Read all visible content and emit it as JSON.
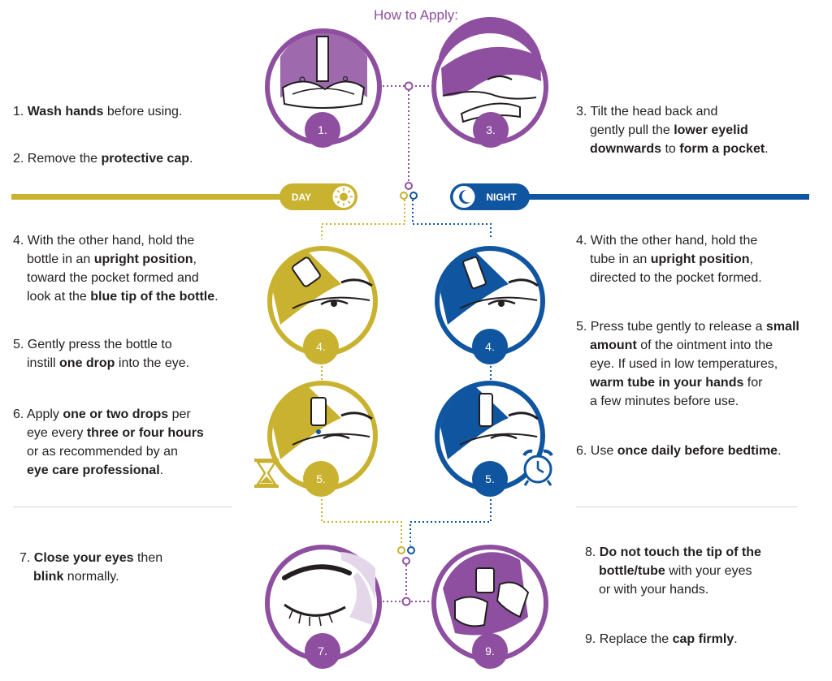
{
  "title": "How to Apply:",
  "day_label": "DAY",
  "night_label": "NIGHT",
  "colors": {
    "purple": "#8e4fa0",
    "gold": "#c9b22f",
    "blue": "#0f55a0",
    "text": "#231f20"
  },
  "badges": {
    "s1": "1.",
    "s3": "3.",
    "d4": "4.",
    "d5": "5.",
    "n4": "4.",
    "n5": "5.",
    "s7": "7.",
    "s9": "9."
  },
  "icons": [
    "sun-icon",
    "moon-icon",
    "hourglass-icon",
    "alarm-clock-icon"
  ],
  "top_left": {
    "s1": {
      "num": "1. ",
      "b": "Wash hands",
      "rest": " before using."
    },
    "s2": {
      "num": "2. ",
      "pre": "Remove the ",
      "b": "protective cap",
      "post": "."
    }
  },
  "top_right": {
    "s3_l1": "3. Tilt the head back and",
    "s3_l2_pre": "gently pull the ",
    "s3_l2_b": "lower eyelid",
    "s3_l3_b1": "downwards",
    "s3_l3_mid": " to ",
    "s3_l3_b2": "form a pocket",
    "s3_l3_post": "."
  },
  "day": {
    "s4_l1": "4. With the other hand, hold the",
    "s4_l2_pre": "bottle in an ",
    "s4_l2_b": "upright position",
    "s4_l2_post": ",",
    "s4_l3": "toward the pocket formed and",
    "s4_l4_pre": "look at the ",
    "s4_l4_b": "blue tip of the bottle",
    "s4_l4_post": ".",
    "s5_l1": "5. Gently press the bottle to",
    "s5_l2_pre": "instill ",
    "s5_l2_b": "one drop",
    "s5_l2_post": " into the eye.",
    "s6_l1_pre": "6. Apply ",
    "s6_l1_b": "one or two drops",
    "s6_l1_post": " per",
    "s6_l2_pre": "eye every ",
    "s6_l2_b": "three or four hours",
    "s6_l3": "or as recommended by an",
    "s6_l4_b": "eye care professional",
    "s6_l4_post": "."
  },
  "night": {
    "s4_l1": "4. With the other hand, hold the",
    "s4_l2_pre": "tube in an ",
    "s4_l2_b": "upright position",
    "s4_l2_post": ",",
    "s4_l3": "directed to the pocket formed.",
    "s5_l1_pre": "5. Press tube gently to release a ",
    "s5_l1_b": "small",
    "s5_l2_b": "amount",
    "s5_l2_post": " of the ointment into the",
    "s5_l3": "eye. If used in low temperatures,",
    "s5_l4_b": "warm tube in your hands",
    "s5_l4_post": " for",
    "s5_l5": "a few minutes before use.",
    "s6_pre": "6. Use ",
    "s6_b": "once daily before bedtime",
    "s6_post": "."
  },
  "bottom_left": {
    "s7_l1_num": "7. ",
    "s7_l1_b": "Close your eyes",
    "s7_l1_post": " then",
    "s7_l2_b": "blink",
    "s7_l2_post": " normally."
  },
  "bottom_right": {
    "s8_l1_num": "8. ",
    "s8_l1_b": "Do not touch the tip of the",
    "s8_l2_b": "bottle/tube",
    "s8_l2_post": " with your eyes",
    "s8_l3": "or with your hands.",
    "s9_pre": "9. Replace the ",
    "s9_b": "cap firmly",
    "s9_post": "."
  }
}
